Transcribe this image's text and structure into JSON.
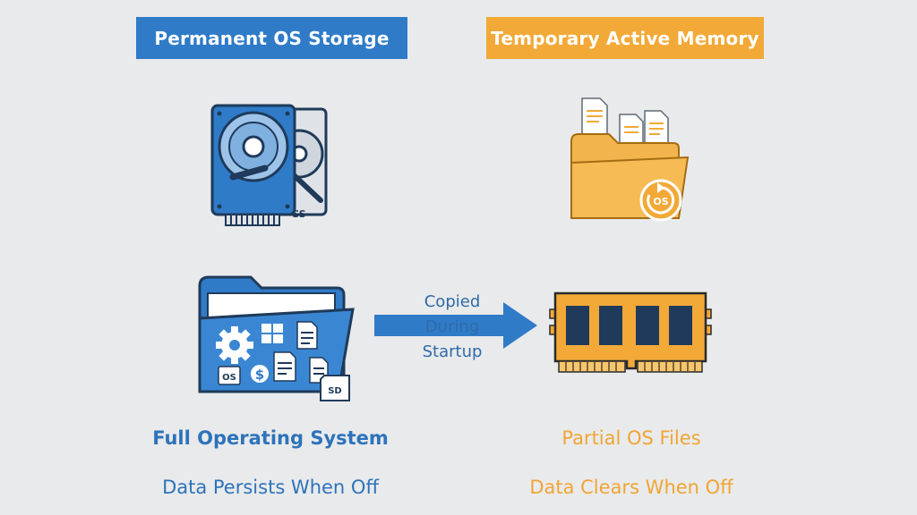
{
  "headers": {
    "left": "Permanent OS Storage",
    "right": "Temporary Active Memory"
  },
  "arrow": {
    "line1": "Copied",
    "line2": "During",
    "line3": "Startup"
  },
  "left": {
    "caption": "Full Operating System",
    "subcaption": "Data Persists When Off",
    "drive_label": "SS",
    "folder_badges": [
      "OS",
      "$",
      "SD"
    ]
  },
  "right": {
    "caption": "Partial OS Files",
    "subcaption": "Data Clears When Off",
    "folder_badge": "OS"
  },
  "colors": {
    "blue": "#2f7bc8",
    "orange": "#f2a937",
    "navy": "#1f3a5a",
    "background": "#e9eaeb"
  }
}
